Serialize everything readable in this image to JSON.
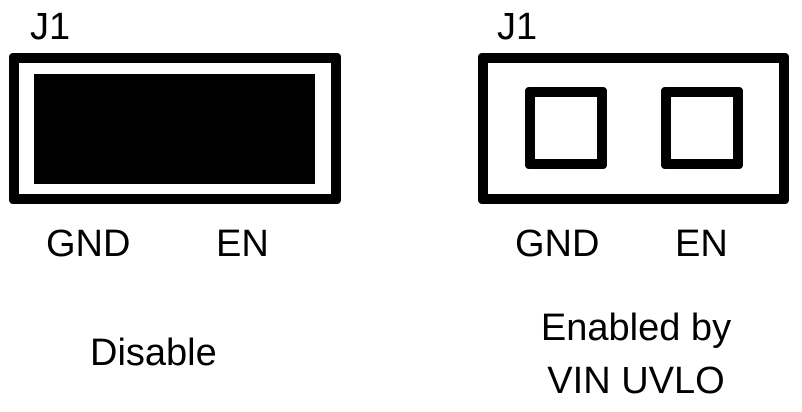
{
  "diagram": {
    "type": "jumper-configuration",
    "colors": {
      "foreground": "#000000",
      "background": "#ffffff"
    },
    "configs": [
      {
        "ref": "J1",
        "state": "shunt-installed",
        "pins": [
          "GND",
          "EN"
        ],
        "caption_lines": [
          "Disable"
        ]
      },
      {
        "ref": "J1",
        "state": "open",
        "pins": [
          "GND",
          "EN"
        ],
        "caption_lines": [
          "Enabled by",
          "VIN UVLO"
        ]
      }
    ]
  }
}
